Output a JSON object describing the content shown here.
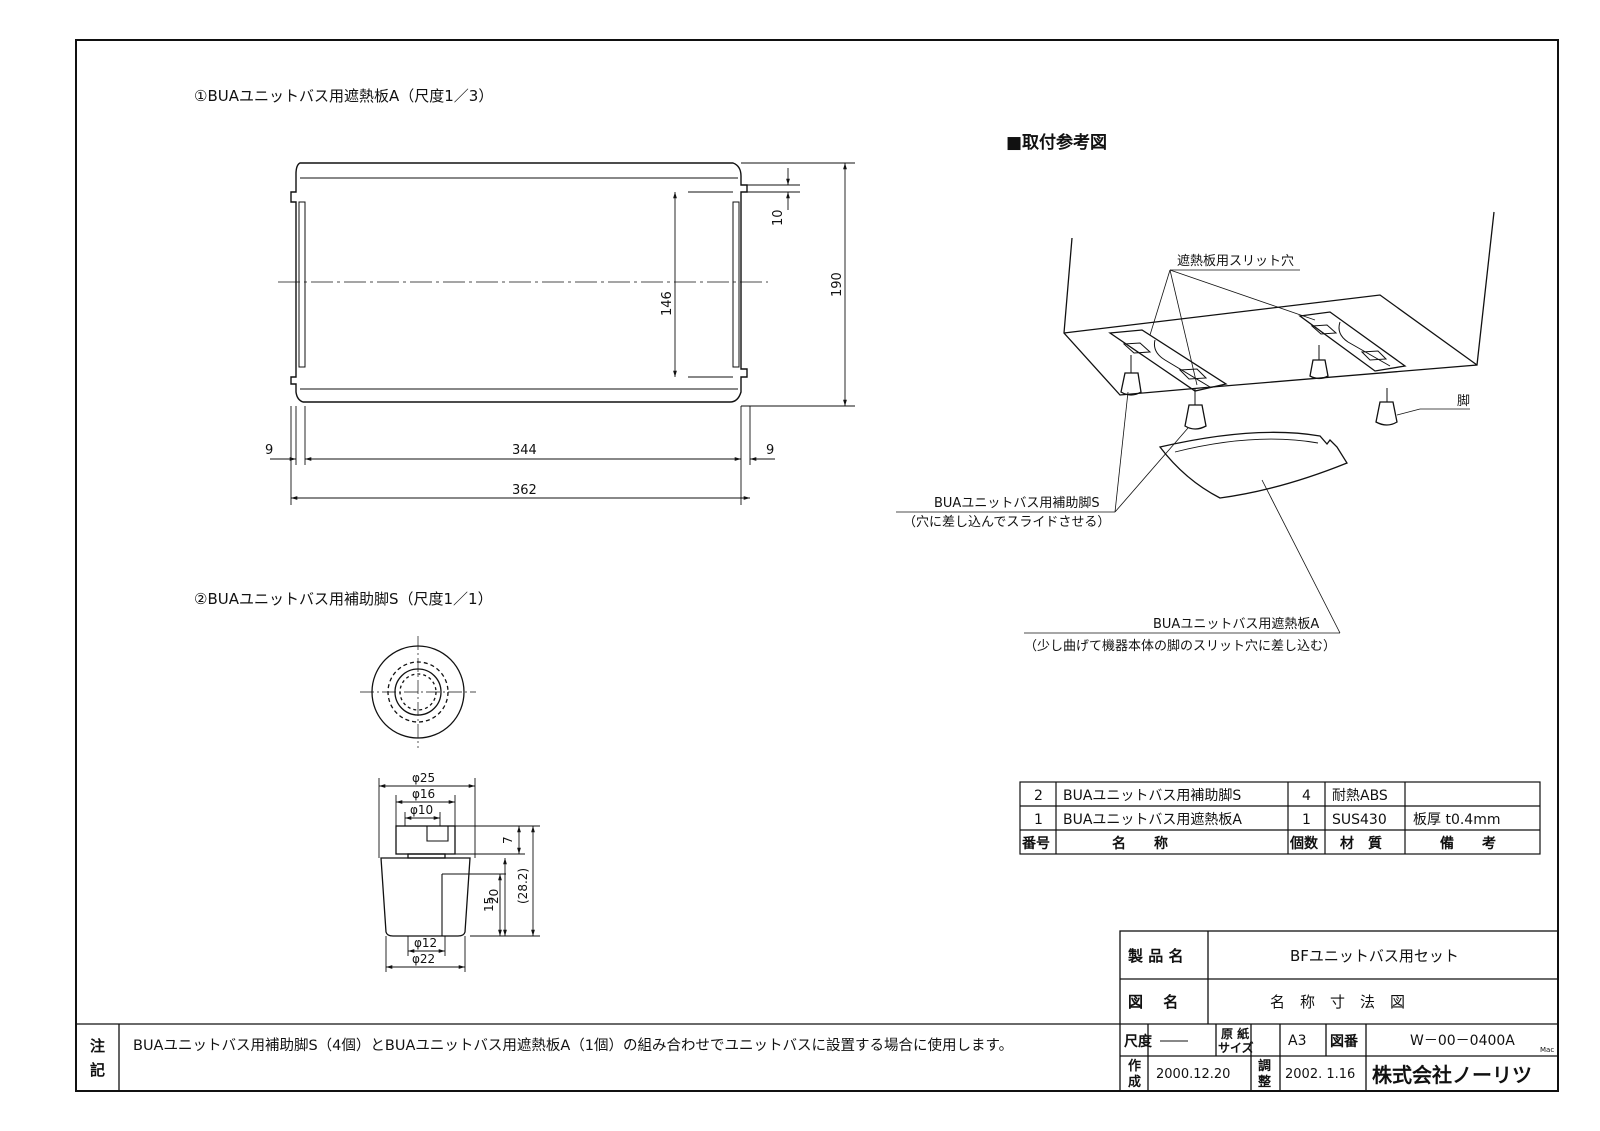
{
  "sections": {
    "part1_title": "①BUAユニットバス用遮熱板A（尺度1／3）",
    "part2_title": "②BUAユニットバス用補助脚S（尺度1／1）",
    "reference_title": "■取付参考図"
  },
  "dims_plate": {
    "d10": "10",
    "d146": "146",
    "d190": "190",
    "d9_left": "9",
    "d344": "344",
    "d9_right": "9",
    "d362": "362"
  },
  "dims_foot": {
    "phi25": "φ25",
    "phi16": "φ16",
    "phi10": "φ10",
    "d7": "7",
    "d28": "(28.2)",
    "d20": "20",
    "d15": "15",
    "phi12": "φ12",
    "phi22": "φ22"
  },
  "reference_labels": {
    "slit": "遮熱板用スリット穴",
    "leg": "脚",
    "foot_name": "BUAユニットバス用補助脚S",
    "foot_note": "（穴に差し込んでスライドさせる）",
    "plate_name": "BUAユニットバス用遮熱板A",
    "plate_note": "（少し曲げて機器本体の脚のスリット穴に差し込む）"
  },
  "parts_table": {
    "rows": [
      {
        "no": "2",
        "name": "BUAユニットバス用補助脚S",
        "qty": "4",
        "material": "耐熱ABS",
        "remarks": ""
      },
      {
        "no": "1",
        "name": "BUAユニットバス用遮熱板A",
        "qty": "1",
        "material": "SUS430",
        "remarks": "板厚 t0.4mm"
      }
    ],
    "header": {
      "no": "番号",
      "name": "名　　称",
      "qty": "個数",
      "material": "材　質",
      "remarks": "備　　考"
    }
  },
  "notes": {
    "label": "注\n記",
    "label_top": "注",
    "label_bottom": "記",
    "text": "BUAユニットバス用補助脚S（4個）とBUAユニットバス用遮熱板A（1個）の組み合わせでユニットバスに設置する場合に使用します。"
  },
  "title_block": {
    "product_label": "製 品 名",
    "product_value": "BFユニットバス用セット",
    "drawing_label": "図　 名",
    "drawing_value": "名　称　寸　法　図",
    "scale_label": "尺度",
    "scale_value": "――",
    "paper_label_1": "原 紙",
    "paper_label_2": "サイズ",
    "paper_value": "A3",
    "number_label": "図番",
    "number_value": "W－00－0400A",
    "mac": "Mac",
    "created_label_1": "作",
    "created_label_2": "成",
    "created_value": "2000.12.20",
    "adjusted_label_1": "調",
    "adjusted_label_2": "整",
    "adjusted_value": "2002. 1.16",
    "company": "株式会社ノーリツ"
  }
}
